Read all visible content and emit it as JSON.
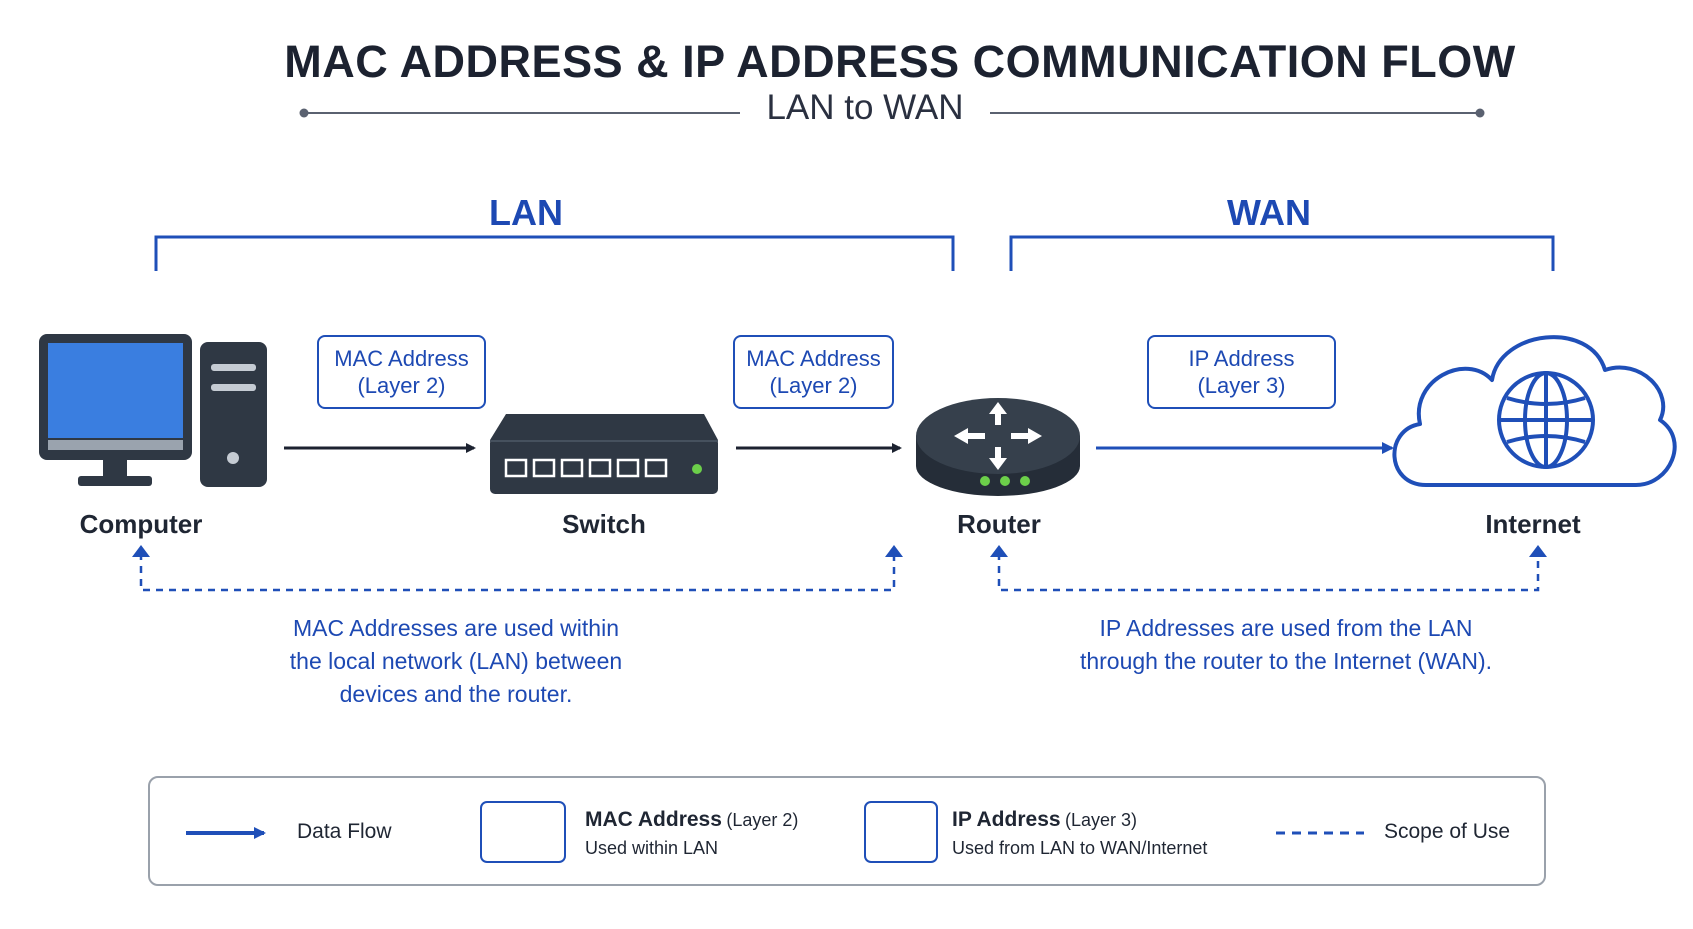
{
  "header": {
    "title": "MAC ADDRESS & IP ADDRESS COMMUNICATION FLOW",
    "subtitle": "LAN to WAN"
  },
  "sections": {
    "lan": "LAN",
    "wan": "WAN"
  },
  "devices": {
    "computer": "Computer",
    "switch": "Switch",
    "router": "Router",
    "internet": "Internet"
  },
  "address_boxes": {
    "mac_1": {
      "line1": "MAC Address",
      "line2": "(Layer 2)"
    },
    "mac_2": {
      "line1": "MAC Address",
      "line2": "(Layer 2)"
    },
    "ip": {
      "line1": "IP Address",
      "line2": "(Layer 3)"
    }
  },
  "notes": {
    "lan": {
      "line1": "MAC Addresses are used within",
      "line2": "the local network (LAN) between",
      "line3": "devices and the router."
    },
    "wan": {
      "line1": "IP Addresses are used from the LAN",
      "line2": "through the router to the Internet (WAN)."
    }
  },
  "legend": {
    "data_flow": "Data Flow",
    "mac_title": "MAC Address",
    "mac_layer": "(Layer 2)",
    "mac_desc": "Used within LAN",
    "ip_title": "IP Address",
    "ip_layer": "(Layer 3)",
    "ip_desc": "Used from LAN to WAN/Internet",
    "scope": "Scope of Use"
  },
  "colors": {
    "accent_blue": "#1f4fb8",
    "dark_device": "#2f3844",
    "screen_blue": "#3a7ee0",
    "led_green": "#6ccf4a"
  }
}
